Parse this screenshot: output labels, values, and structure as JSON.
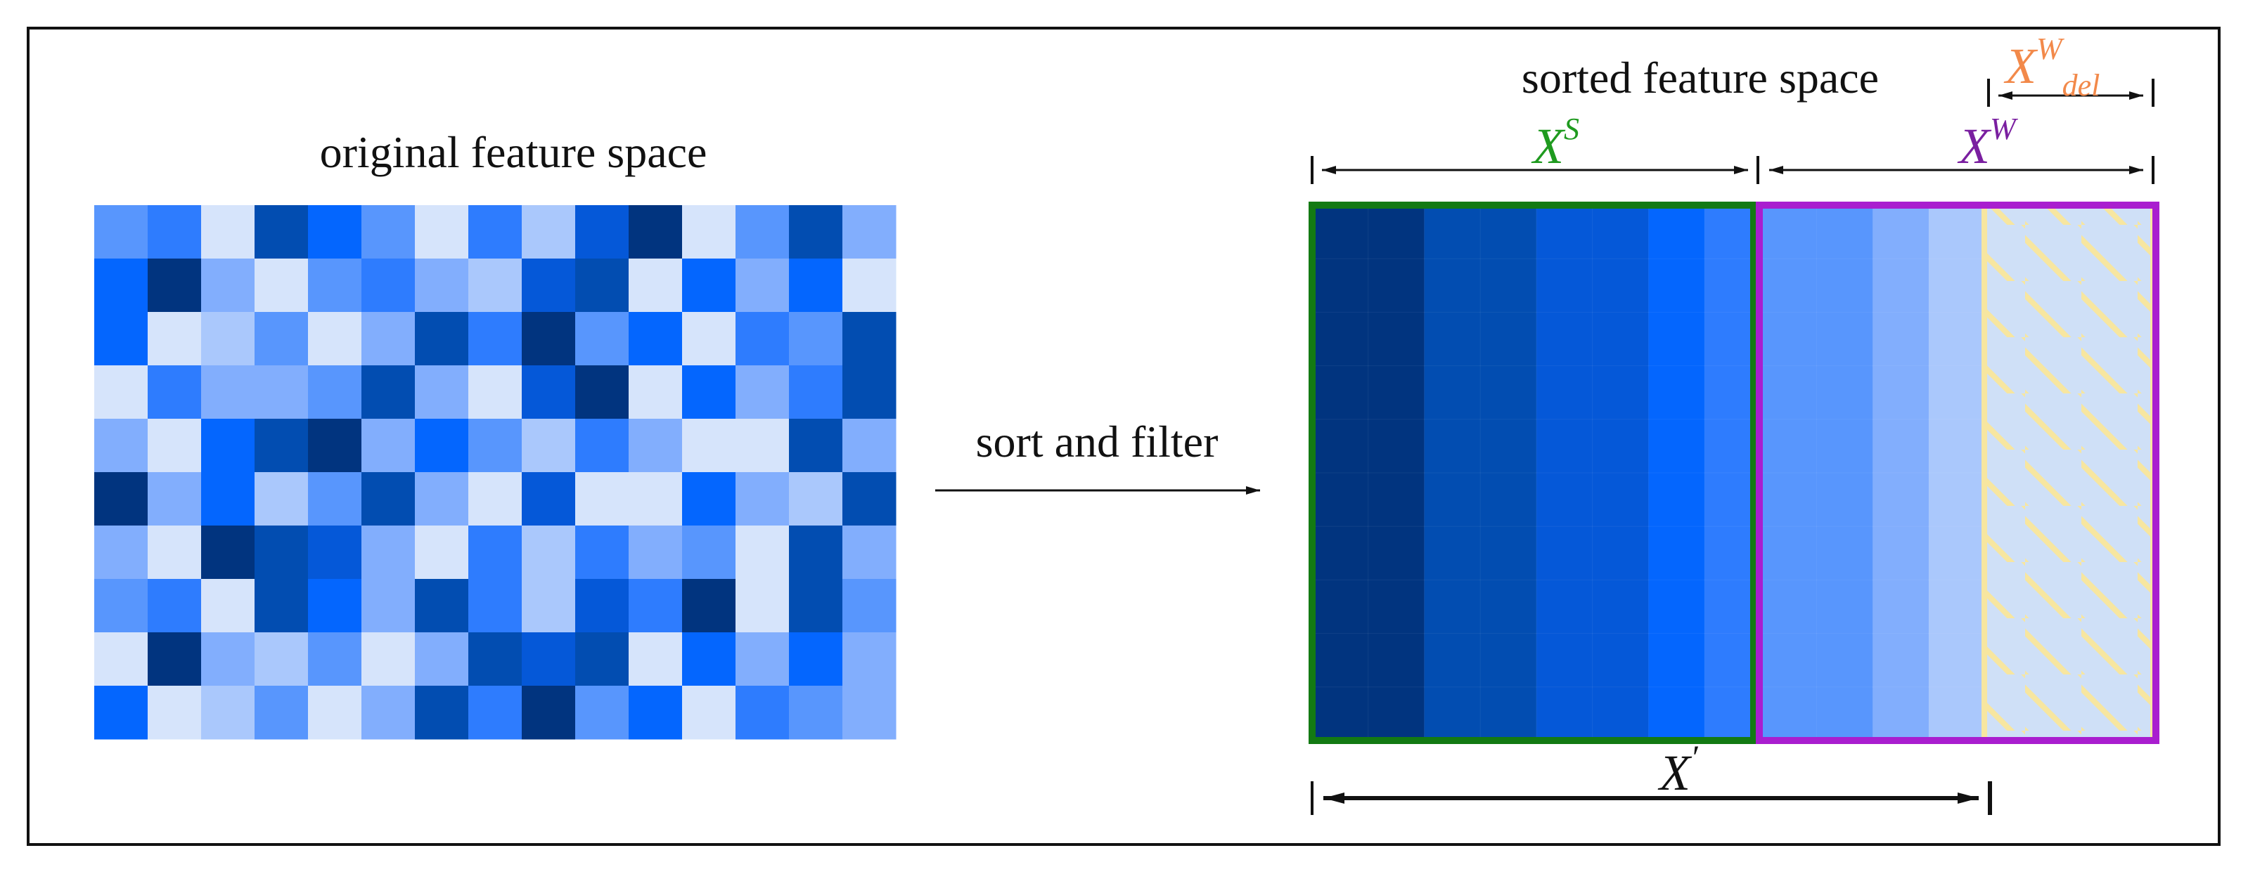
{
  "labels": {
    "original": "original feature space",
    "sort_filter": "sort and filter",
    "sorted": "sorted feature space",
    "xs_base": "X",
    "xs_sup": "S",
    "xw_base": "X",
    "xw_sup": "W",
    "xwdel_base": "X",
    "xwdel_sup": "W",
    "xwdel_sub": "del",
    "xprime_base": "X",
    "xprime_mark": "′"
  },
  "colors": {
    "palette": [
      "#D6E4FB",
      "#AAC8FC",
      "#82AEFD",
      "#5896FD",
      "#2E7CFE",
      "#0466FE",
      "#0558D8",
      "#024DB1",
      "#01347F"
    ],
    "xs_box": "#137A13",
    "xs_label": "#1F9A1F",
    "xw_box": "#A91ECF",
    "xw_label": "#7A1FA0",
    "xwdel_label": "#F2894A",
    "hatch": "#F7E6A0",
    "hatch_fill": "#CFE0F7",
    "arrow": "#111111"
  },
  "grid": {
    "rows": [
      [
        3,
        4,
        0,
        7,
        5,
        3,
        0,
        4,
        1,
        6,
        8,
        0,
        3,
        7,
        2
      ],
      [
        5,
        8,
        2,
        0,
        3,
        4,
        2,
        1,
        6,
        7,
        0,
        5,
        2,
        5,
        0
      ],
      [
        5,
        0,
        1,
        3,
        0,
        2,
        7,
        4,
        8,
        3,
        5,
        0,
        4,
        3,
        7
      ],
      [
        0,
        4,
        2,
        2,
        3,
        7,
        2,
        0,
        6,
        8,
        0,
        5,
        2,
        4,
        7
      ],
      [
        2,
        0,
        5,
        7,
        8,
        2,
        5,
        3,
        1,
        4,
        2,
        0,
        0,
        7,
        2
      ],
      [
        8,
        2,
        5,
        1,
        3,
        7,
        2,
        0,
        6,
        0,
        0,
        5,
        2,
        1,
        7
      ],
      [
        2,
        0,
        8,
        7,
        6,
        2,
        0,
        4,
        1,
        4,
        2,
        3,
        0,
        7,
        2
      ],
      [
        3,
        4,
        0,
        7,
        5,
        2,
        7,
        4,
        1,
        6,
        4,
        8,
        0,
        7,
        3
      ],
      [
        0,
        8,
        2,
        1,
        3,
        0,
        2,
        7,
        6,
        7,
        0,
        5,
        2,
        5,
        2
      ],
      [
        5,
        0,
        1,
        3,
        0,
        2,
        7,
        4,
        8,
        3,
        5,
        0,
        4,
        3,
        2
      ]
    ],
    "sorted_columns": [
      8,
      8,
      7,
      7,
      6,
      6,
      5,
      4,
      3,
      3,
      2,
      1,
      0,
      0,
      0
    ]
  }
}
